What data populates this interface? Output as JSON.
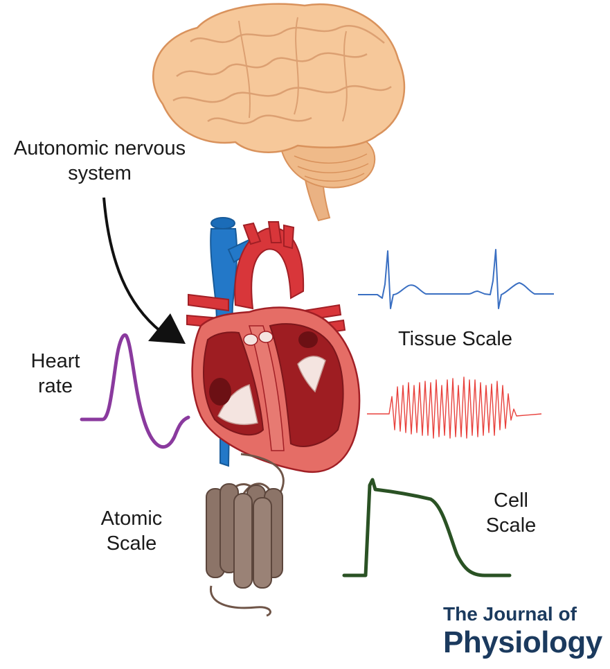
{
  "labels": {
    "ans_line1": "Autonomic nervous",
    "ans_line2": "system",
    "heart_rate_line1": "Heart",
    "heart_rate_line2": "rate",
    "tissue_scale": "Tissue Scale",
    "atomic_line1": "Atomic",
    "atomic_line2": "Scale",
    "cell_line1": "Cell",
    "cell_line2": "Scale"
  },
  "journal": {
    "line1": "The Journal of",
    "line2": "Physiology"
  },
  "colors": {
    "ecg_trace": "#3a6fc2",
    "fibrillation_trace": "#e8413c",
    "heart_rate_trace": "#8a3a9e",
    "action_potential_trace": "#2a5224",
    "brain": "#f6c89a",
    "heart": "#d8363a",
    "vena_cava": "#2378c8",
    "channel_protein": "#8c7468",
    "journal_text": "#1b3a5e"
  }
}
